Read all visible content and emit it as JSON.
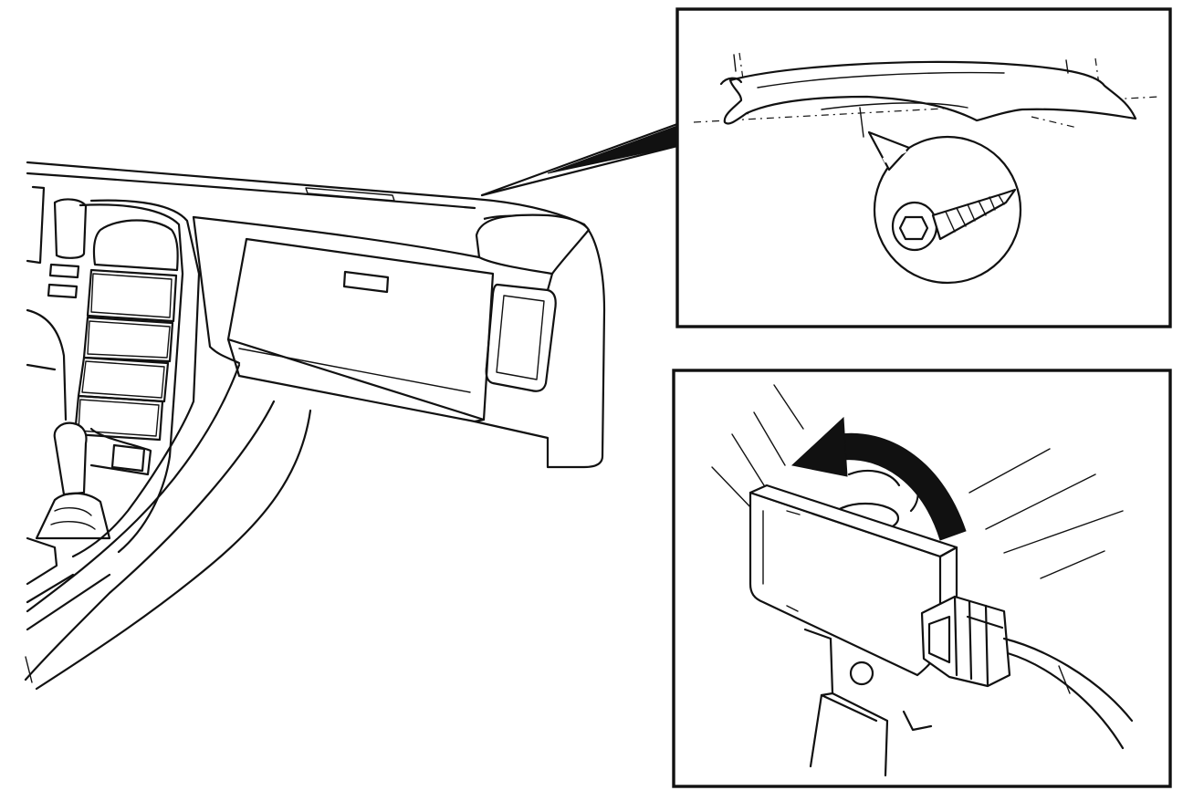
{
  "figure": {
    "description_panels": [
      "dashboard-overview",
      "airbag-cover-detail",
      "sensor-module-detail"
    ],
    "icons": {
      "screw": "screw-icon",
      "rotate_arrow": "rotate-arrow-icon",
      "callout_pointer": "callout-pointer-icon"
    },
    "colors": {
      "line": "#111111",
      "background": "#ffffff"
    }
  }
}
